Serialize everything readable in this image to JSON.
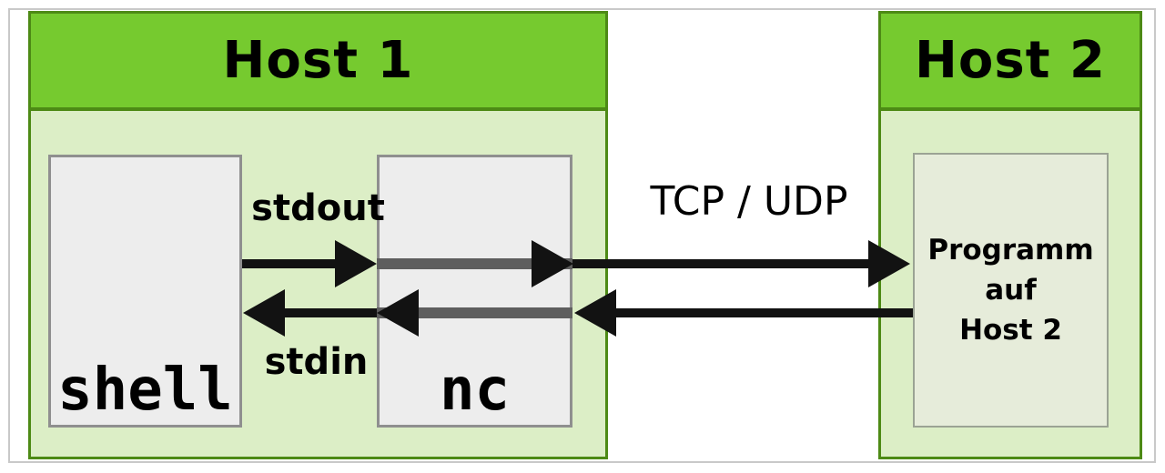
{
  "diagram": {
    "host1": {
      "title": "Host 1",
      "shell_label": "shell",
      "nc_label": "nc"
    },
    "host2": {
      "title": "Host 2",
      "program_lines": [
        "Programm",
        "auf",
        "Host 2"
      ]
    },
    "labels": {
      "stdout": "stdout",
      "stdin": "stdin",
      "transport": "TCP / UDP"
    },
    "edges": [
      {
        "from": "shell",
        "to": "nc",
        "label": "stdout",
        "direction": "right"
      },
      {
        "from": "nc",
        "to": "shell",
        "label": "stdin",
        "direction": "left"
      },
      {
        "from": "nc",
        "to": "programm-auf-host2",
        "label": "TCP / UDP",
        "direction": "right"
      },
      {
        "from": "programm-auf-host2",
        "to": "nc",
        "label": "TCP / UDP",
        "direction": "left"
      }
    ]
  },
  "colors": {
    "header-green": "#76ca2f",
    "host-border": "#4d8a15",
    "host-body": "#dceec6",
    "proc-fill": "#ededed",
    "proc-border": "#8f8f8f",
    "program-fill": "#e6ecda",
    "program-border": "#9ba394",
    "arrow-black": "#121212",
    "arrow-dim": "#5e5e5e",
    "frame-border": "#c9c9c9",
    "text": "#000000"
  }
}
